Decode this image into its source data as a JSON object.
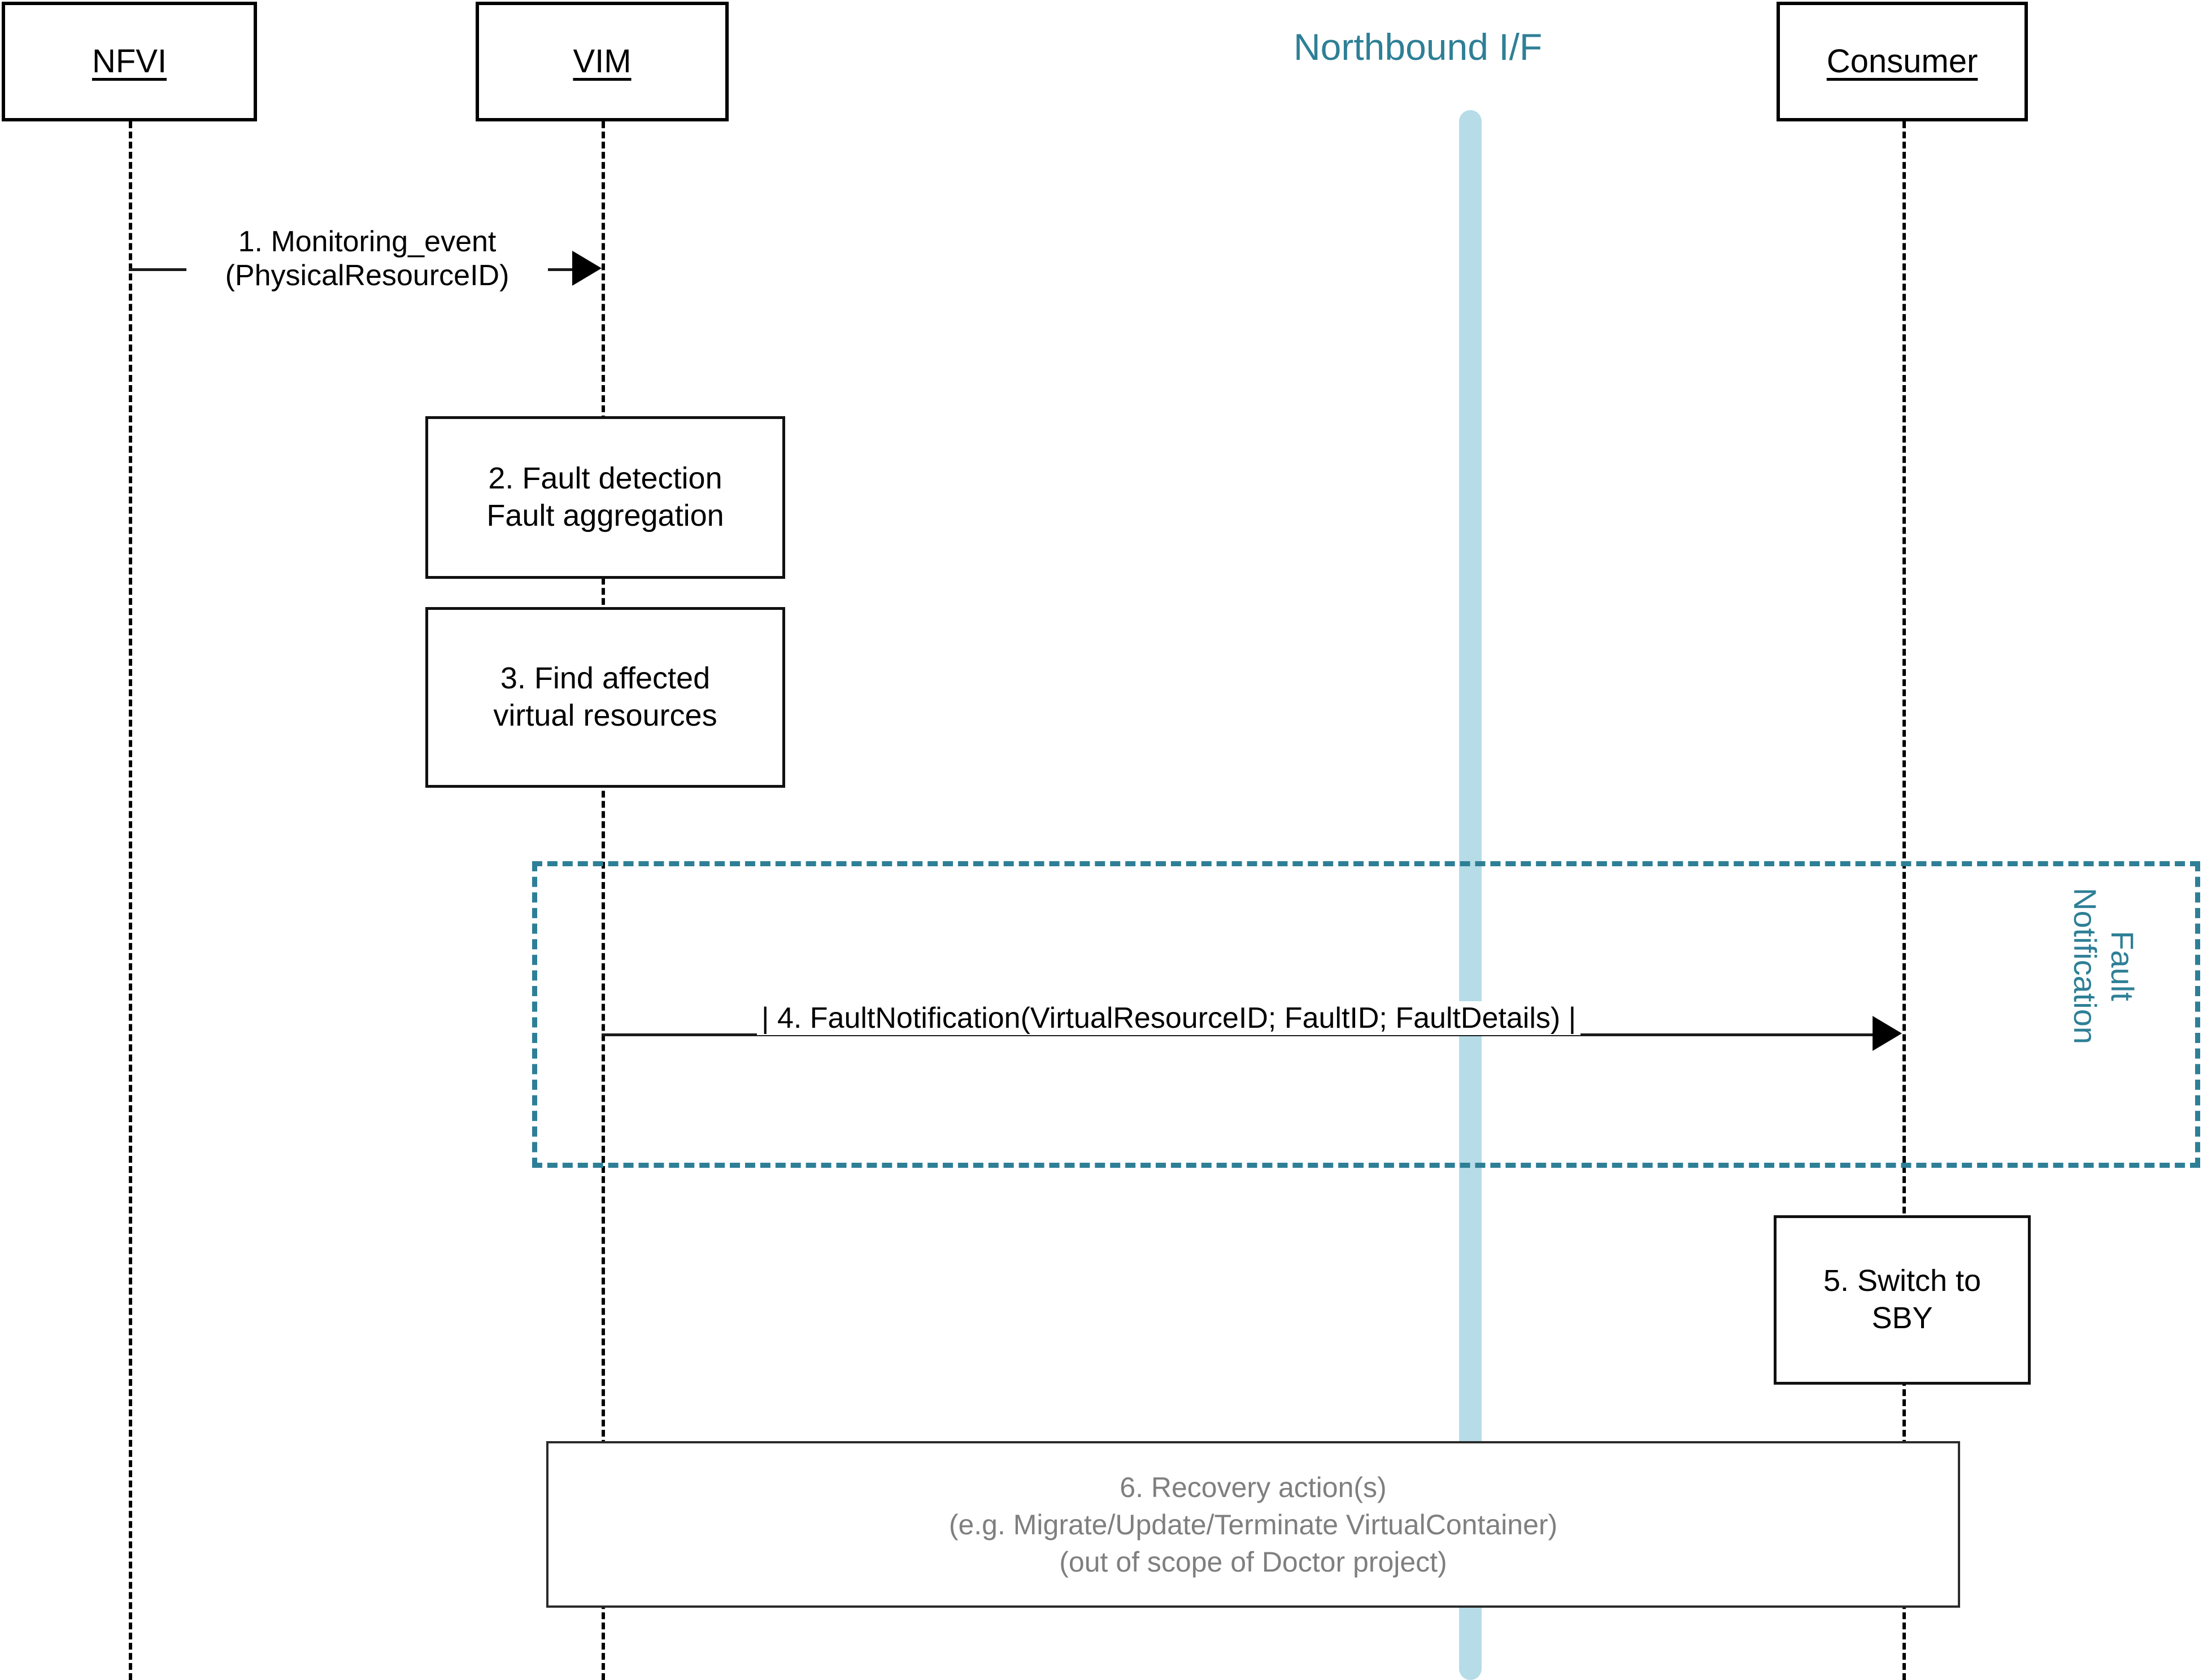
{
  "diagram": {
    "title": "Fault management sequence diagram",
    "colors": {
      "accent_teal": "#2e7f96",
      "interface_bar": "#b5dce7",
      "note_text": "#7f7f7f",
      "line": "#000000"
    }
  },
  "participants": [
    {
      "id": "nfvi",
      "label": "NFVI"
    },
    {
      "id": "vim",
      "label": "VIM"
    },
    {
      "id": "consumer",
      "label": "Consumer"
    }
  ],
  "interface": {
    "label": "Northbound I/F"
  },
  "messages": [
    {
      "id": "msg1",
      "number": "1.",
      "from": "nfvi",
      "to": "vim",
      "line1": "1. Monitoring_event",
      "line2": "(PhysicalResourceID)"
    },
    {
      "id": "msg4",
      "number": "4.",
      "from": "vim",
      "to": "consumer",
      "text": "| 4. FaultNotification(VirtualResourceID; FaultID; FaultDetails) |"
    }
  ],
  "activities": [
    {
      "id": "step2",
      "on": "vim",
      "line1": "2. Fault detection",
      "line2": "Fault aggregation"
    },
    {
      "id": "step3",
      "on": "vim",
      "line1": "3. Find affected",
      "line2": "virtual resources"
    },
    {
      "id": "step5",
      "on": "consumer",
      "line1": "5. Switch to",
      "line2": "SBY"
    }
  ],
  "fragment": {
    "id": "fault-notification-fragment",
    "label_line1": "Fault",
    "label_line2": "Notification"
  },
  "note": {
    "id": "step6",
    "line1": "6. Recovery action(s)",
    "line2": "(e.g. Migrate/Update/Terminate VirtualContainer)",
    "line3": "(out of scope of Doctor project)"
  }
}
